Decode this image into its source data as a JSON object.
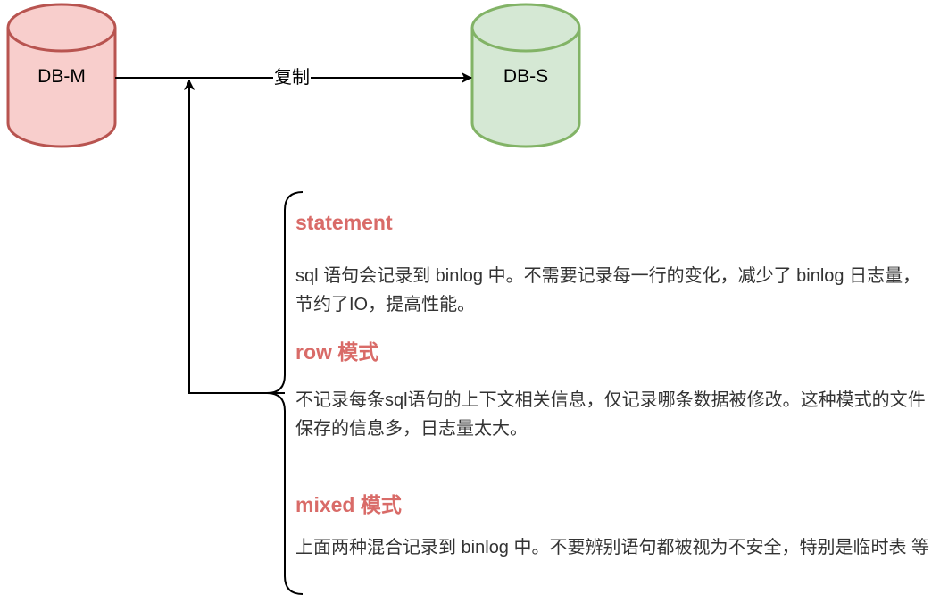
{
  "nodes": {
    "master": {
      "label": "DB-M",
      "fill": "#f8cecc",
      "stroke": "#b85450"
    },
    "slave": {
      "label": "DB-S",
      "fill": "#d5e8d4",
      "stroke": "#82b366"
    }
  },
  "edge": {
    "label": "复制"
  },
  "modes": [
    {
      "title": "statement",
      "description": "sql 语句会记录到 binlog 中。不需要记录每一行的变化，减少了 binlog 日志量，节约了IO，提高性能。"
    },
    {
      "title": "row 模式",
      "description": "不记录每条sql语句的上下文相关信息，仅记录哪条数据被修改。这种模式的文件保存的信息多，日志量太大。"
    },
    {
      "title": "mixed 模式",
      "description": "上面两种混合记录到 binlog 中。不要辨别语句都被视为不安全，特别是临时表 等"
    }
  ],
  "colors": {
    "title": "#d96b68",
    "text": "#333333",
    "line": "#000000"
  }
}
